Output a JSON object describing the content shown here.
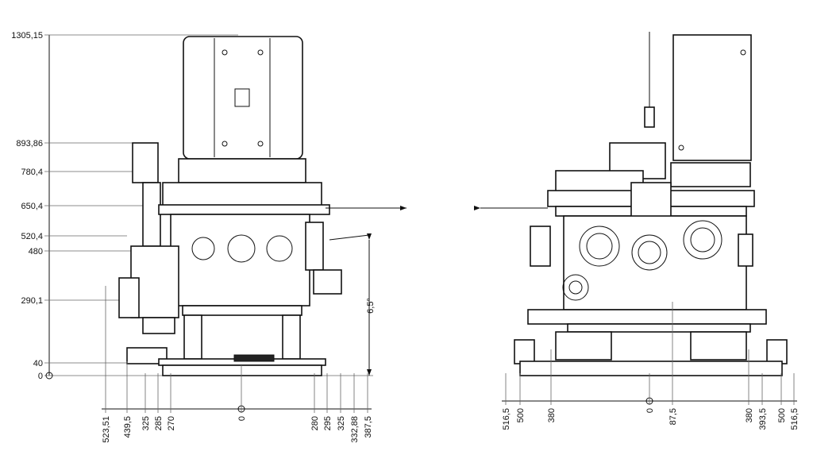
{
  "front_view": {
    "vertical_dims": [
      "1305,15",
      "893,86",
      "780,4",
      "650,4",
      "520,4",
      "480",
      "290,1",
      "40",
      "0"
    ],
    "horizontal_dims": [
      "523,51",
      "439,5",
      "325",
      "285",
      "270",
      "0",
      "280",
      "295",
      "325",
      "332,88",
      "387,5"
    ],
    "angle": "6,5°"
  },
  "side_view": {
    "horizontal_dims": [
      "516,5",
      "500",
      "380",
      "0",
      "87,5",
      "380",
      "393,5",
      "500",
      "516,5"
    ]
  }
}
